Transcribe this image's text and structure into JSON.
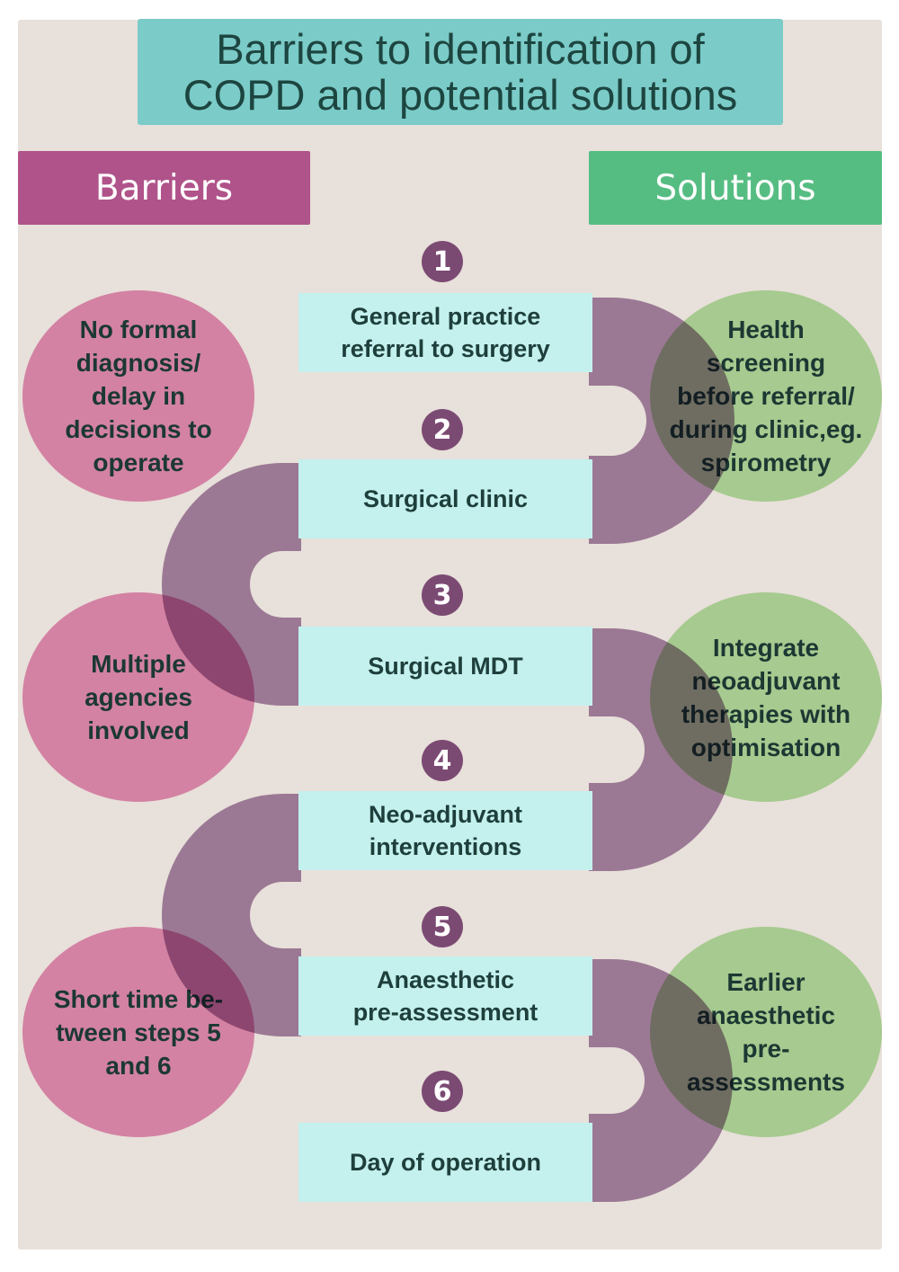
{
  "title": "Barriers to identification of\nCOPD and potential solutions",
  "columns": {
    "barriers": "Barriers",
    "solutions": "Solutions"
  },
  "steps": [
    {
      "num": "1",
      "label": "General practice\nreferral to surgery"
    },
    {
      "num": "2",
      "label": "Surgical clinic"
    },
    {
      "num": "3",
      "label": "Surgical MDT"
    },
    {
      "num": "4",
      "label": "Neo-adjuvant\ninterventions"
    },
    {
      "num": "5",
      "label": "Anaesthetic\npre-assessment"
    },
    {
      "num": "6",
      "label": "Day of operation"
    }
  ],
  "barriers": [
    "No formal\ndiagnosis/\ndelay in\ndecisions to\noperate",
    "Multiple\nagencies\ninvolved",
    "Short time be-\ntween steps 5\nand 6"
  ],
  "solutions": [
    "Health\nscreening\nbefore referral/\nduring clinic,eg.\nspirometry",
    "Integrate\nneoadjuvant\ntherapies with\noptimisation",
    "Earlier\nanaesthetic\npre-\nassessments"
  ],
  "colors": {
    "panel": "#e8e0da",
    "title_bg": "#7bcbc8",
    "barriers_header": "#b0538a",
    "solutions_header": "#56bd82",
    "barrier_bubble": "#e892be",
    "solution_bubble": "#b6e6a5",
    "step_box": "#c4f1ee",
    "connector": "#8f6a8a",
    "number_badge": "#7b4a73"
  }
}
